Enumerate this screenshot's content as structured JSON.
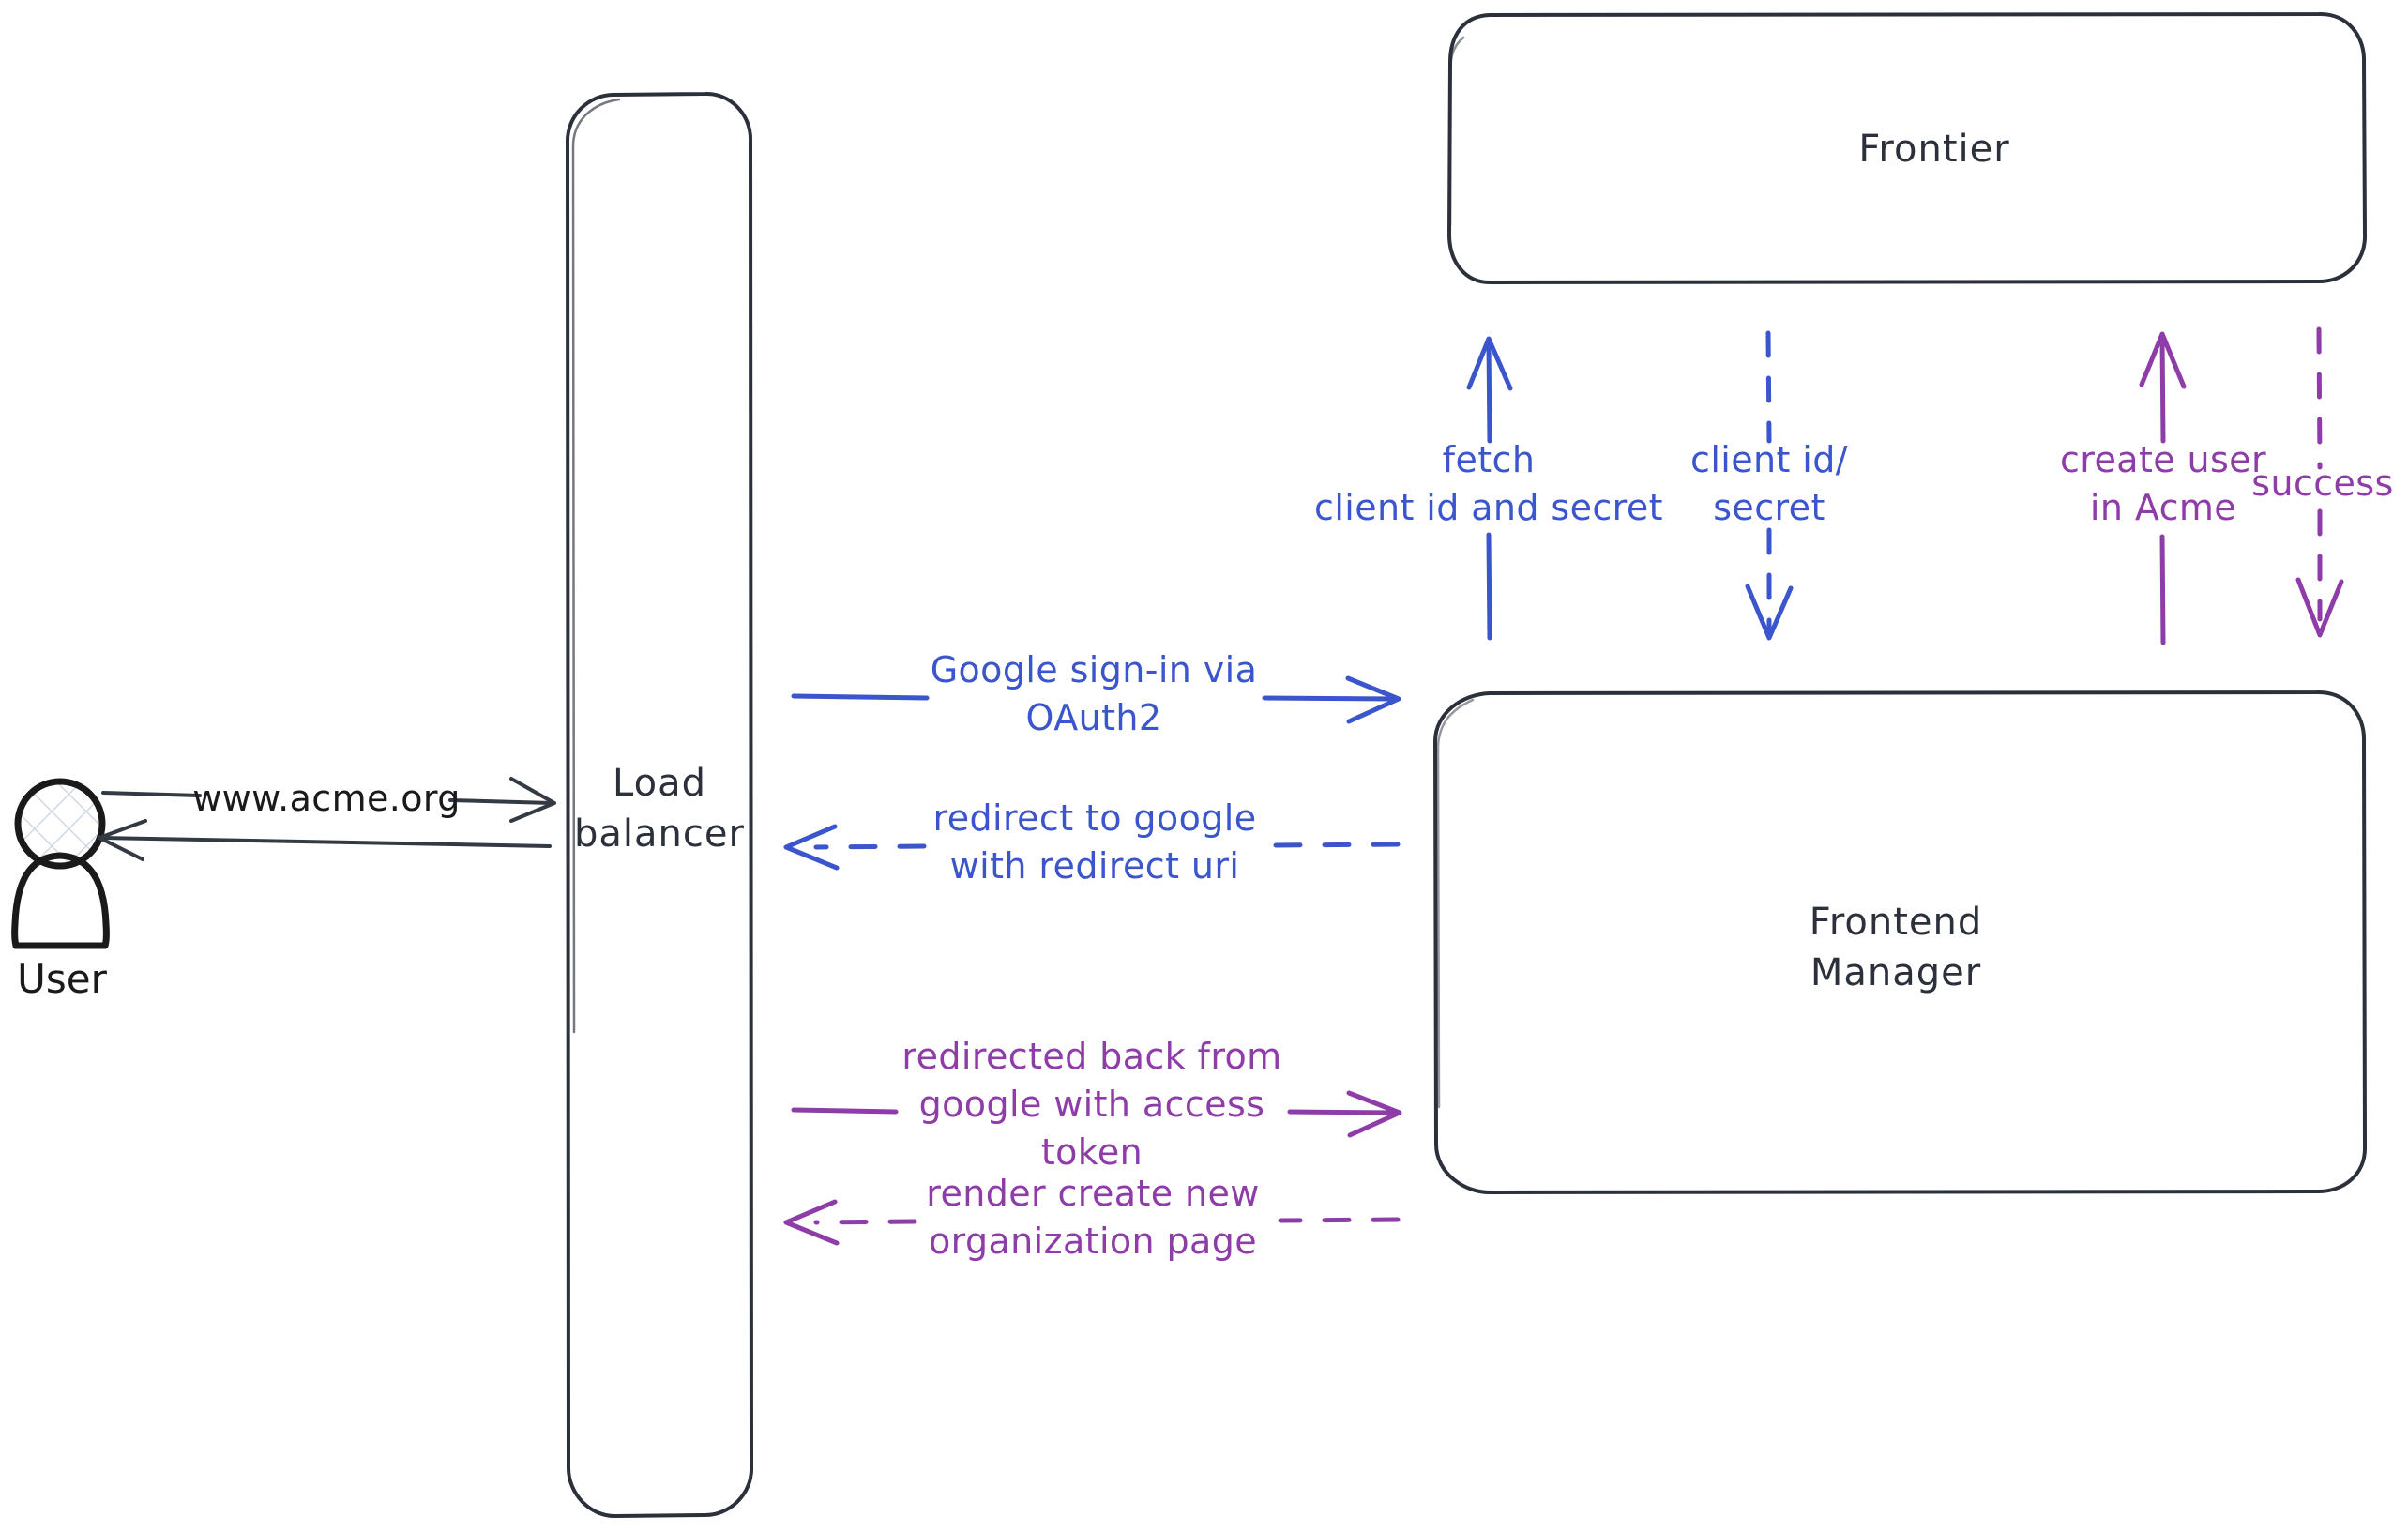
{
  "diagram": {
    "title": "OAuth2 sign-in sequence diagram",
    "colors": {
      "blue": "#3b55cc",
      "purple": "#8e3ca8",
      "dark": "#2b303a",
      "background": "#ffffff"
    },
    "actors": [
      {
        "id": "user",
        "label": "User",
        "type": "person-figure"
      }
    ],
    "nodes": [
      {
        "id": "load-balancer",
        "label_line1": "Load",
        "label_line2": "balancer"
      },
      {
        "id": "frontier",
        "label": "Frontier"
      },
      {
        "id": "frontend-manager",
        "label_line1": "Frontend",
        "label_line2": "Manager"
      }
    ],
    "edges": [
      {
        "id": "user-to-lb",
        "label": "www.acme.org",
        "color": "dark",
        "style": "solid",
        "direction": "right"
      },
      {
        "id": "lb-to-user",
        "label": "",
        "color": "dark",
        "style": "solid",
        "direction": "left"
      },
      {
        "id": "google-signin",
        "label_line1": "Google sign-in via",
        "label_line2": "OAuth2",
        "color": "blue",
        "style": "solid",
        "direction": "right"
      },
      {
        "id": "redirect-to-google",
        "label_line1": "redirect to google",
        "label_line2": "with redirect uri",
        "color": "blue",
        "style": "dashed",
        "direction": "left"
      },
      {
        "id": "redirected-back",
        "label_line1": "redirected back from",
        "label_line2": "google with access",
        "label_line3": "token",
        "color": "purple",
        "style": "solid",
        "direction": "right"
      },
      {
        "id": "render-create-org",
        "label_line1": "render create new",
        "label_line2": "organization page",
        "color": "purple",
        "style": "dashed",
        "direction": "left"
      },
      {
        "id": "fetch-client-id-secret",
        "label_line1": "fetch",
        "label_line2": "client id and secret",
        "color": "blue",
        "style": "solid",
        "direction": "up"
      },
      {
        "id": "client-id-secret-response",
        "label_line1": "client id/",
        "label_line2": "secret",
        "color": "blue",
        "style": "dashed",
        "direction": "down"
      },
      {
        "id": "create-user-in-acme",
        "label_line1": "create user",
        "label_line2": "in Acme",
        "color": "purple",
        "style": "solid",
        "direction": "up"
      },
      {
        "id": "success-response",
        "label": "success",
        "color": "purple",
        "style": "dashed",
        "direction": "down"
      }
    ]
  }
}
